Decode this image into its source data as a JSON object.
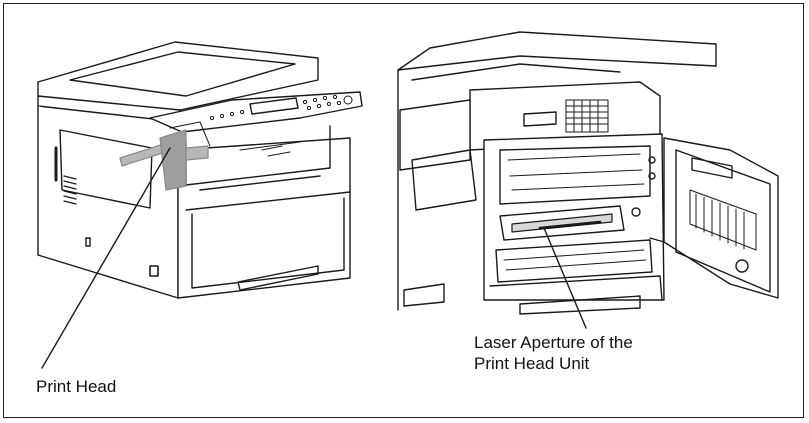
{
  "labels": {
    "print_head": "Print Head",
    "laser_line1": "Laser Aperture of the",
    "laser_line2": "Print Head Unit"
  },
  "colors": {
    "line": "#1a1a1a",
    "highlight": "#8a8a8a",
    "background": "#ffffff"
  }
}
